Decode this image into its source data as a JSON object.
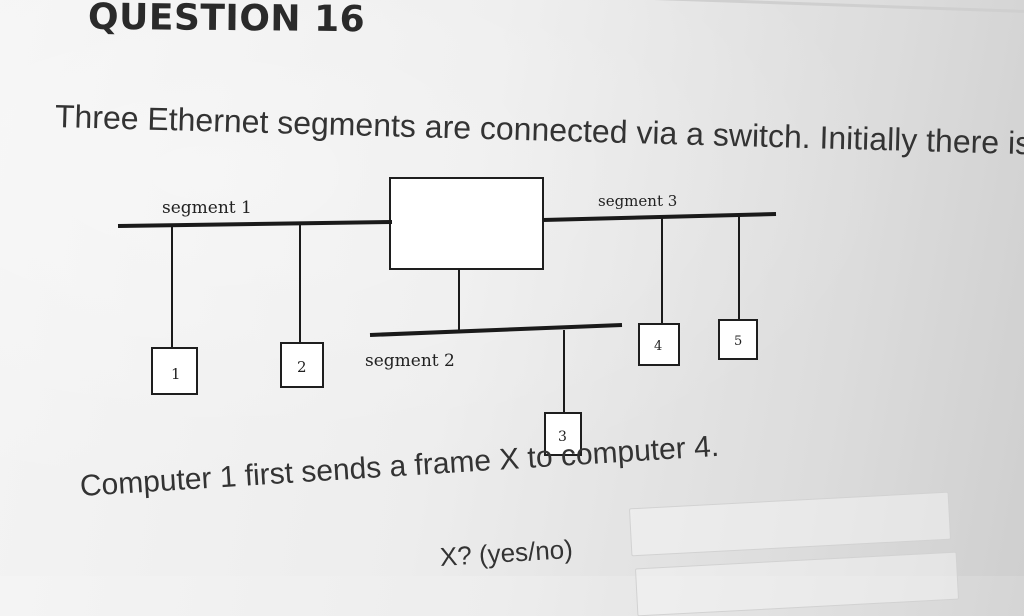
{
  "question": {
    "title": "QUESTION 16",
    "text": "Three Ethernet segments are connected via a switch. Initially there is no"
  },
  "diagram": {
    "segments": [
      {
        "label": "segment 1"
      },
      {
        "label": "segment 2"
      },
      {
        "label": "segment 3"
      }
    ],
    "computers": [
      "1",
      "2",
      "3",
      "4",
      "5"
    ]
  },
  "prompt": {
    "text": "Computer 1 first sends a frame X to computer 4.",
    "subtext": "X? (yes/no)"
  }
}
